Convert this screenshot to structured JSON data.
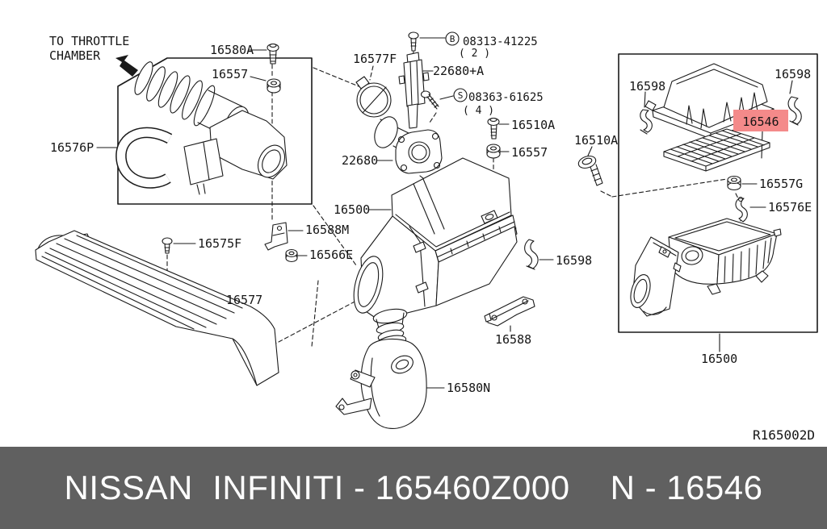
{
  "colors": {
    "line": "#1a1a1a",
    "background": "#ffffff",
    "highlight_bg": "#f48a8a",
    "highlight_text": "#7a1f1f",
    "footer_bg": "#606060",
    "footer_text": "#ffffff"
  },
  "notes": {
    "throttle_line1": "TO THROTTLE",
    "throttle_line2": "CHAMBER",
    "ref_code": "R165002D"
  },
  "labels": {
    "l16580A": "16580A",
    "l16557_top": "16557",
    "l16576P": "16576P",
    "l16577F": "16577F",
    "bolt_b": {
      "symbol": "B",
      "number": "08313-41225",
      "qty": "( 2 )"
    },
    "l22680A": "22680+A",
    "screw_s": {
      "symbol": "S",
      "number": "08363-61625",
      "qty": "( 4 )"
    },
    "l22680": "22680",
    "l16510A_mid": "16510A",
    "l16557_mid": "16557",
    "l16500_main": "16500",
    "l16588M": "16588M",
    "l16566E": "16566E",
    "l16575F": "16575F",
    "l16577": "16577",
    "l16598_mid": "16598",
    "l16588": "16588",
    "l16580N": "16580N",
    "l16598_boxleft": "16598",
    "l16598_boxright": "16598",
    "l16546": "16546",
    "l16510A_box": "16510A",
    "l16557G": "16557G",
    "l16576E": "16576E",
    "l16500_box": "16500"
  },
  "footer": {
    "left": "NISSAN  INFINITI - 165460Z000",
    "right": "N - 16546"
  }
}
